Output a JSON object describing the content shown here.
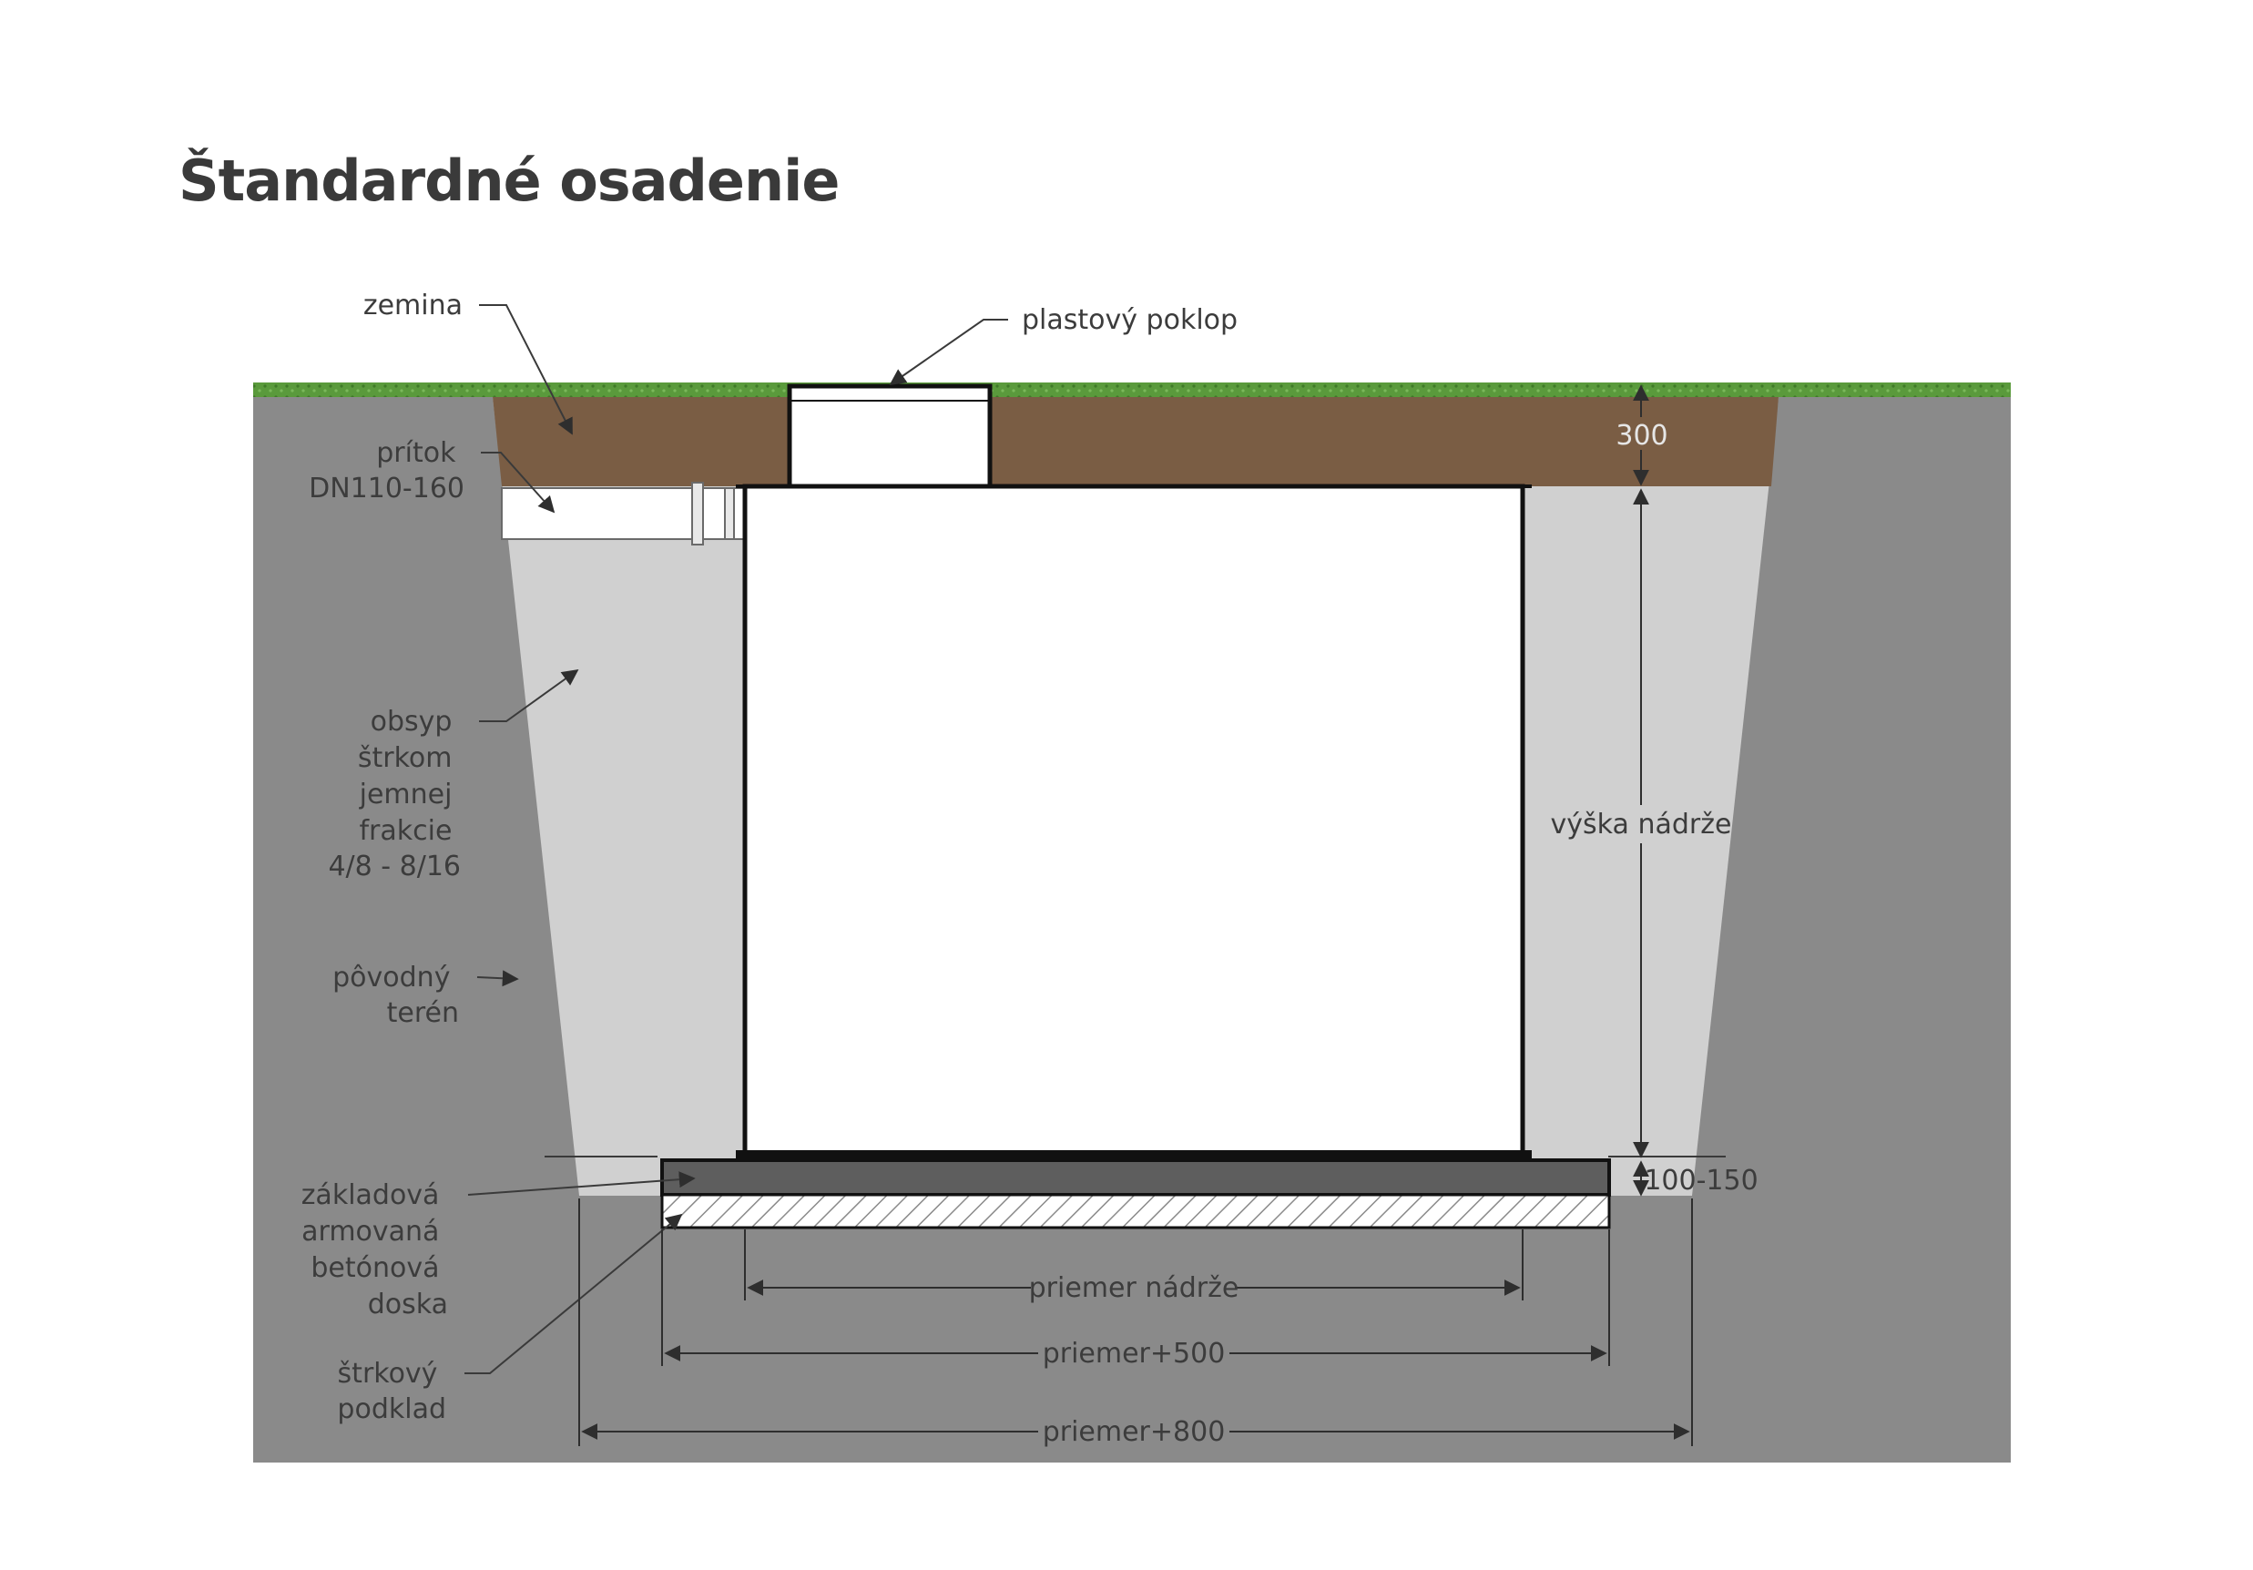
{
  "title": "Štandardné osadenie",
  "labels": {
    "zemina": "zemina",
    "plastovy_poklop": "plastový poklop",
    "pritok": [
      "prítok",
      "DN110-160"
    ],
    "obsyp": [
      "obsyp",
      "štrkom",
      "jemnej",
      "frakcie",
      "4/8 - 8/16"
    ],
    "povodny_teren": [
      "pôvodný",
      "terén"
    ],
    "zakladova_doska": [
      "základová",
      "armovaná",
      "betónová",
      "doska"
    ],
    "strkovy_podklad": [
      "štrkový",
      "podklad"
    ]
  },
  "dimensions": {
    "depth_top": "300",
    "tank_height": "výška nádrže",
    "slab_thickness": "100-150",
    "tank_diameter": "priemer nádrže",
    "diameter_plus_500": "priemer+500",
    "diameter_plus_800": "priemer+800"
  },
  "colors": {
    "grass": "#5a9a3c",
    "soil": "#7a5d44",
    "native_ground": "#8a8a8a",
    "gravel_backfill": "#d0d0d0",
    "concrete_slab": "#5e5e5e",
    "tank": "#ffffff",
    "title": "#3a3a3a"
  }
}
